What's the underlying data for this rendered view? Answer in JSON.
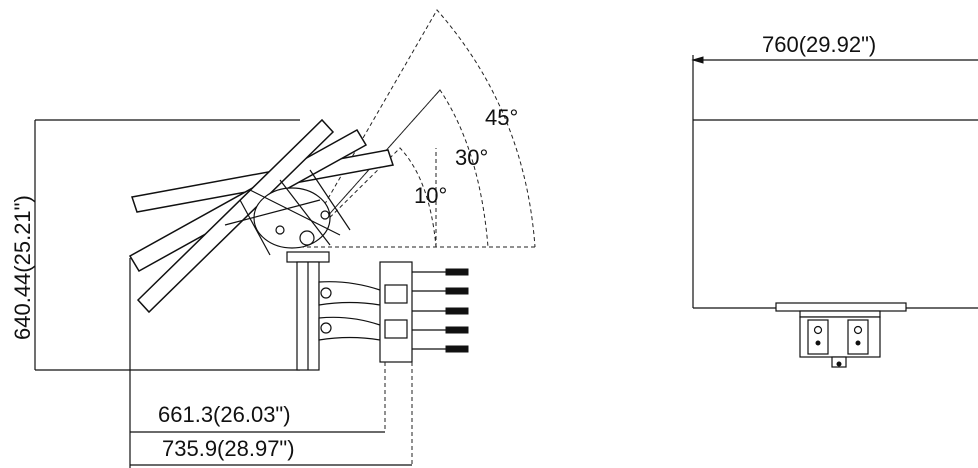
{
  "side_view": {
    "height_dimension": "640.44(25.21\")",
    "depth_dimension_inner": "661.3(26.03\")",
    "depth_dimension_outer": "735.9(28.97\")",
    "tilt_angles": [
      "10°",
      "30°",
      "45°"
    ]
  },
  "front_view": {
    "width_dimension": "760(29.92\")"
  }
}
